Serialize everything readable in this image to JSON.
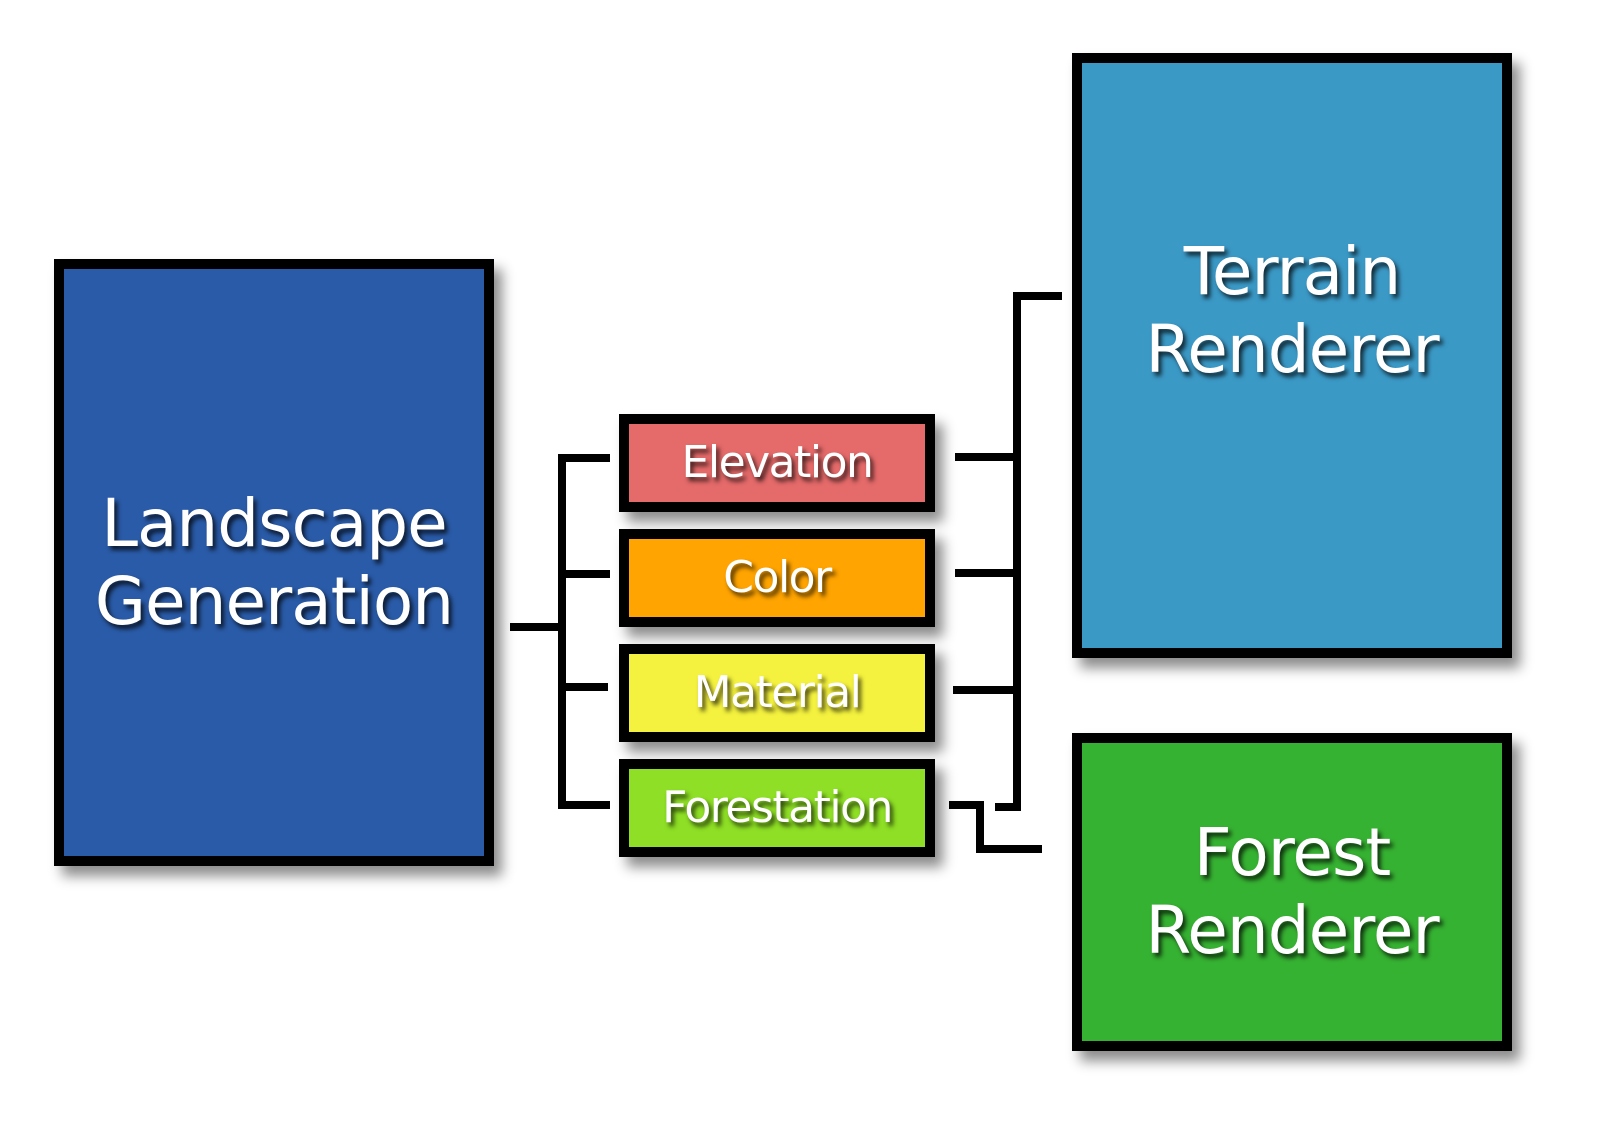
{
  "diagram": {
    "source": {
      "line1": "Landscape",
      "line2": "Generation",
      "color": "#2a5ba8"
    },
    "layers": [
      {
        "label": "Elevation",
        "color": "#e56a6a"
      },
      {
        "label": "Color",
        "color": "#ffa400"
      },
      {
        "label": "Material",
        "color": "#f4f23e"
      },
      {
        "label": "Forestation",
        "color": "#8edf25"
      }
    ],
    "renderers": {
      "terrain": {
        "line1": "Terrain",
        "line2": "Renderer",
        "color": "#3b99c6"
      },
      "forest": {
        "line1": "Forest",
        "line2": "Renderer",
        "color": "#36b232"
      }
    }
  }
}
